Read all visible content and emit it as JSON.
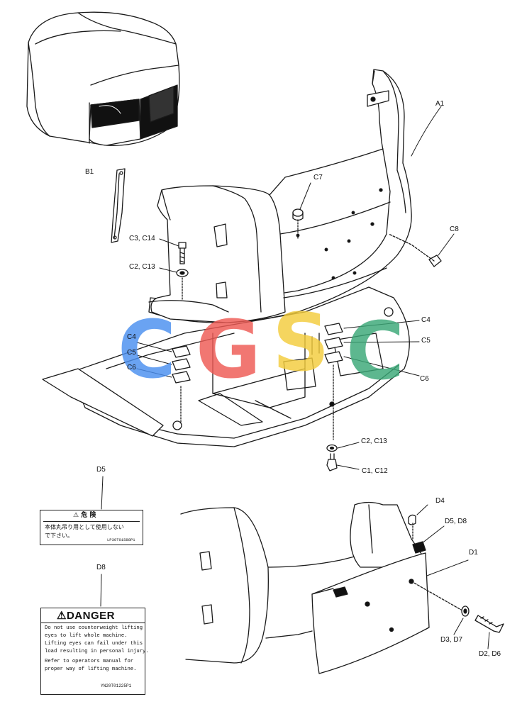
{
  "labels": {
    "A1": "A1",
    "B1": "B1",
    "C7": "C7",
    "C8": "C8",
    "C3_C14": "C3, C14",
    "C2_C13_top": "C2, C13",
    "C4_left": "C4",
    "C5_left": "C5",
    "C6_left": "C6",
    "C4_right": "C4",
    "C5_right": "C5",
    "C6_right": "C6",
    "C2_C13_bottom": "C2, C13",
    "C1_C12": "C1, C12",
    "D1": "D1",
    "D4": "D4",
    "D5_D8": "D5, D8",
    "D3_D7": "D3, D7",
    "D2_D6": "D2, D6",
    "D5": "D5",
    "D8": "D8"
  },
  "decal_d5": {
    "heading": "⚠ 危 険",
    "line1": "本体丸吊り用として使用しない",
    "line2": "で下さい。",
    "code": "LP30T01588P1"
  },
  "decal_d8": {
    "heading": "⚠DANGER",
    "lines": [
      "Do not use counterweight lifting",
      "eyes to lift whole machine.",
      "Lifting eyes can fail under this",
      "load resulting in personal injury.",
      "Refer to operators manual for",
      "proper way of lifting machine."
    ],
    "code": "YN20T01225P1"
  },
  "watermark": {
    "letters": [
      "C",
      "G",
      "S",
      "C"
    ],
    "colors": [
      "#4a8ff0",
      "#ee5a54",
      "#f4cd3c",
      "#3aa877"
    ]
  }
}
